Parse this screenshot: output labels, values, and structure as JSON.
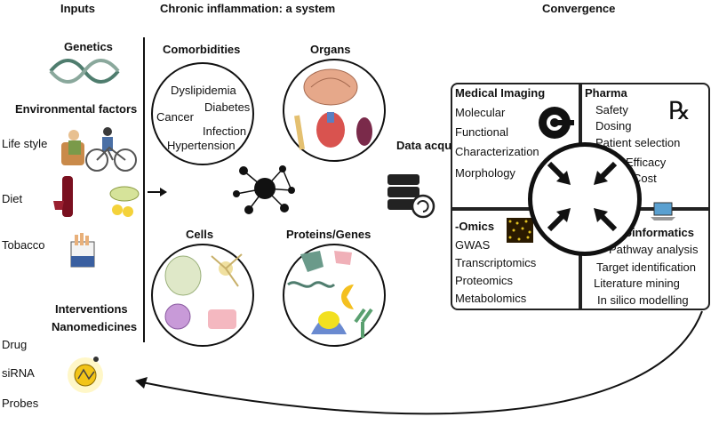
{
  "headers": {
    "inputs": "Inputs",
    "system": "Chronic inflammation: a system",
    "convergence": "Convergence"
  },
  "inputs": {
    "genetics": "Genetics",
    "environmental": "Environmental factors",
    "lifestyle": "Life style",
    "diet": "Diet",
    "tobacco": "Tobacco",
    "interventions": "Interventions",
    "nanomedicines": "Nanomedicines",
    "drug": "Drug",
    "sirna": "siRNA",
    "probes": "Probes"
  },
  "system": {
    "comorbidities": {
      "title": "Comorbidities",
      "items": [
        "Dyslipidemia",
        "Diabetes",
        "Cancer",
        "Infection",
        "Hypertension"
      ]
    },
    "organs": "Organs",
    "cells": "Cells",
    "proteins": "Proteins/Genes"
  },
  "data_acquisition": "Data acquisition",
  "panels": {
    "imaging": {
      "title": "Medical Imaging",
      "items": [
        "Molecular",
        "Functional",
        "Characterization",
        "Morphology"
      ]
    },
    "pharma": {
      "title": "Pharma",
      "items": [
        "Safety",
        "Dosing",
        "Patient selection",
        "Efficacy",
        "Cost"
      ],
      "symbol": "℞"
    },
    "omics": {
      "title": "-Omics",
      "items": [
        "GWAS",
        "Transcriptomics",
        "Proteomics",
        "Metabolomics"
      ]
    },
    "bioinformatics": {
      "title": "Bioinformatics",
      "items": [
        "Pathway analysis",
        "Target identification",
        "Literature mining",
        "In silico modelling"
      ]
    }
  },
  "colors": {
    "line": "#111111",
    "dna": "#4f7d6e",
    "brain": "#e6a88a",
    "nano_core": "#f2c418"
  }
}
